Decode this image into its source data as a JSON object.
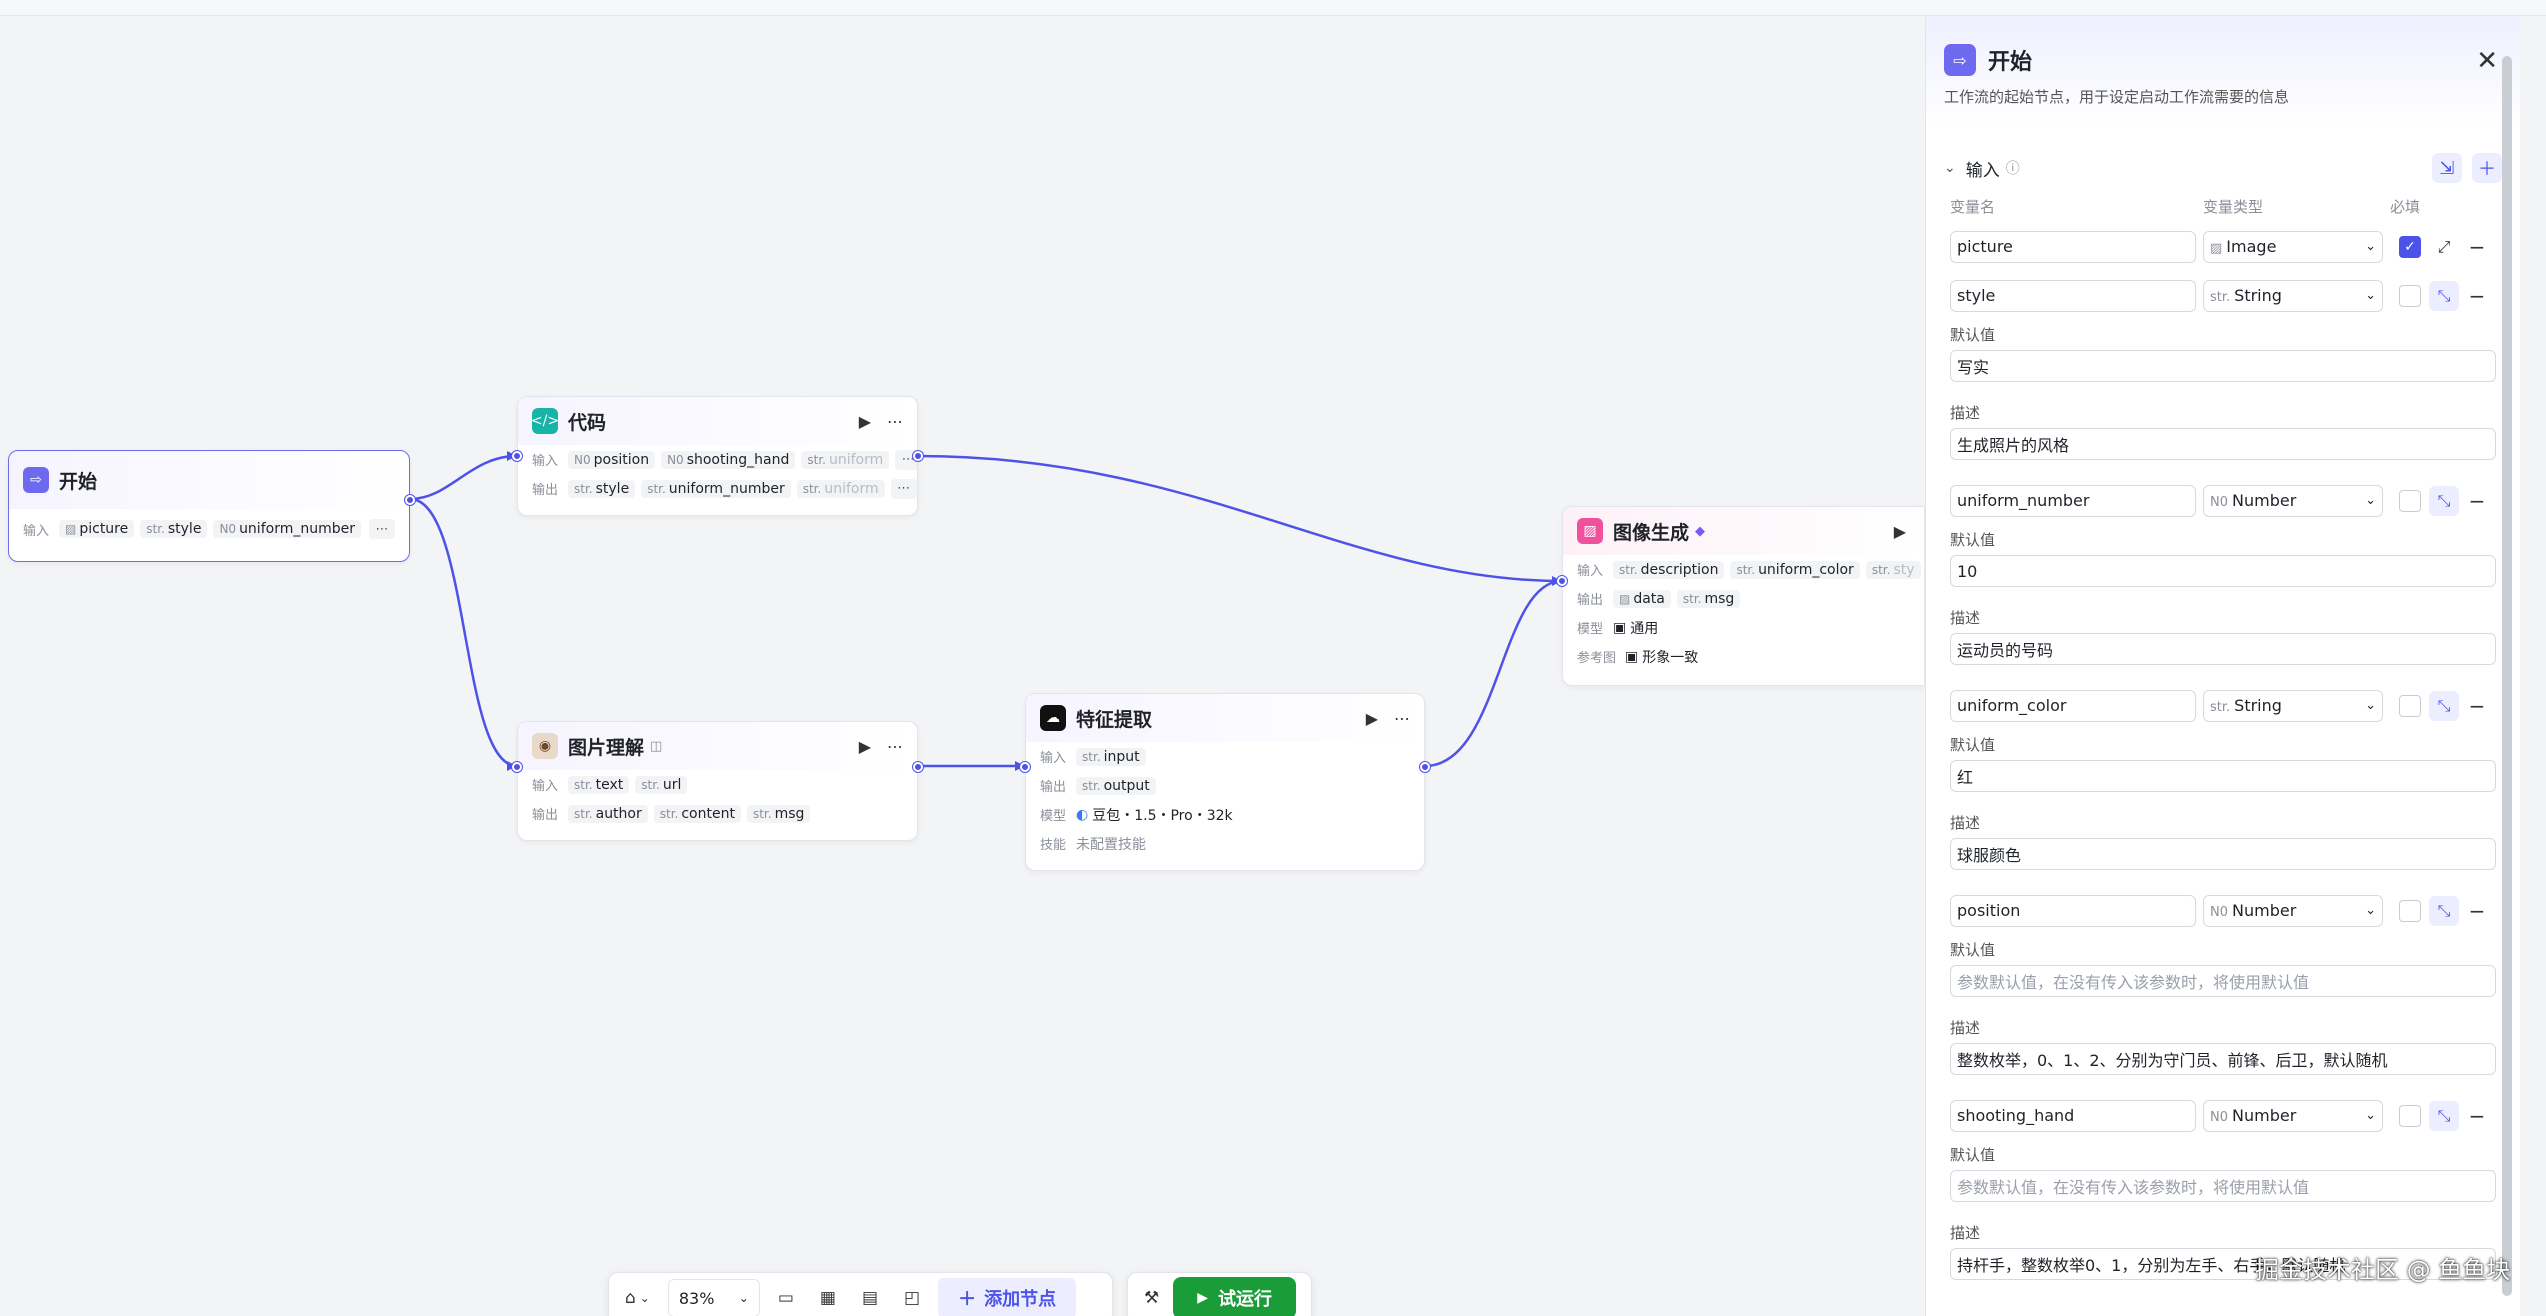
{
  "colors": {
    "accent": "#4d53e8",
    "run": "#1a9c38",
    "start_icon": "#6e6af0",
    "code_icon": "#17b5a8",
    "img_gen_icon": "#f0509c"
  },
  "nodes": {
    "start": {
      "title": "开始",
      "input_label": "输入",
      "inputs": [
        {
          "type": "img",
          "name": "picture"
        },
        {
          "type": "str.",
          "name": "style"
        },
        {
          "type": "N0",
          "name": "uniform_number"
        }
      ]
    },
    "code": {
      "title": "代码",
      "input_label": "输入",
      "output_label": "输出",
      "inputs": [
        {
          "type": "N0",
          "name": "position"
        },
        {
          "type": "N0",
          "name": "shooting_hand"
        },
        {
          "type": "str.",
          "name": "uniform"
        }
      ],
      "outputs": [
        {
          "type": "str.",
          "name": "style"
        },
        {
          "type": "str.",
          "name": "uniform_number"
        },
        {
          "type": "str.",
          "name": "uniform"
        }
      ]
    },
    "image_understand": {
      "title": "图片理解",
      "input_label": "输入",
      "output_label": "输出",
      "inputs": [
        {
          "type": "str.",
          "name": "text"
        },
        {
          "type": "str.",
          "name": "url"
        }
      ],
      "outputs": [
        {
          "type": "str.",
          "name": "author"
        },
        {
          "type": "str.",
          "name": "content"
        },
        {
          "type": "str.",
          "name": "msg"
        }
      ]
    },
    "feature": {
      "title": "特征提取",
      "input_label": "输入",
      "output_label": "输出",
      "model_label": "模型",
      "skill_label": "技能",
      "inputs": [
        {
          "type": "str.",
          "name": "input"
        }
      ],
      "outputs": [
        {
          "type": "str.",
          "name": "output"
        }
      ],
      "model": "豆包・1.5・Pro・32k",
      "skill": "未配置技能"
    },
    "image_gen": {
      "title": "图像生成",
      "input_label": "输入",
      "output_label": "输出",
      "model_label": "模型",
      "ref_label": "参考图",
      "inputs": [
        {
          "type": "str.",
          "name": "description"
        },
        {
          "type": "str.",
          "name": "uniform_color"
        },
        {
          "type": "str.",
          "name": "sty"
        }
      ],
      "outputs": [
        {
          "type": "img",
          "name": "data"
        },
        {
          "type": "str.",
          "name": "msg"
        }
      ],
      "model": "通用",
      "ref": "形象一致"
    }
  },
  "toolbar": {
    "zoom": "83%",
    "add_node": "添加节点",
    "run": "试运行"
  },
  "panel": {
    "title": "开始",
    "description": "工作流的起始节点，用于设定启动工作流需要的信息",
    "section_title": "输入",
    "col_name": "变量名",
    "col_type": "变量类型",
    "col_required": "必填",
    "default_label": "默认值",
    "desc_label": "描述",
    "default_placeholder": "参数默认值，在没有传入该参数时，将使用默认值",
    "vars": [
      {
        "name": "picture",
        "type": "Image",
        "type_prefix": "img",
        "required": true
      },
      {
        "name": "style",
        "type": "String",
        "type_prefix": "str.",
        "required": false,
        "default": "写实",
        "desc": "生成照片的风格"
      },
      {
        "name": "uniform_number",
        "type": "Number",
        "type_prefix": "N0",
        "required": false,
        "default": "10",
        "desc": "运动员的号码"
      },
      {
        "name": "uniform_color",
        "type": "String",
        "type_prefix": "str.",
        "required": false,
        "default": "红",
        "desc": "球服颜色"
      },
      {
        "name": "position",
        "type": "Number",
        "type_prefix": "N0",
        "required": false,
        "default": "",
        "desc": "整数枚举，0、1、2、分别为守门员、前锋、后卫，默认随机"
      },
      {
        "name": "shooting_hand",
        "type": "Number",
        "type_prefix": "N0",
        "required": false,
        "default": "",
        "desc": "持杆手，整数枚举0、1，分别为左手、右手，默认随机"
      }
    ]
  },
  "watermark": "掘金技术社区 @ 鱼鱼块"
}
